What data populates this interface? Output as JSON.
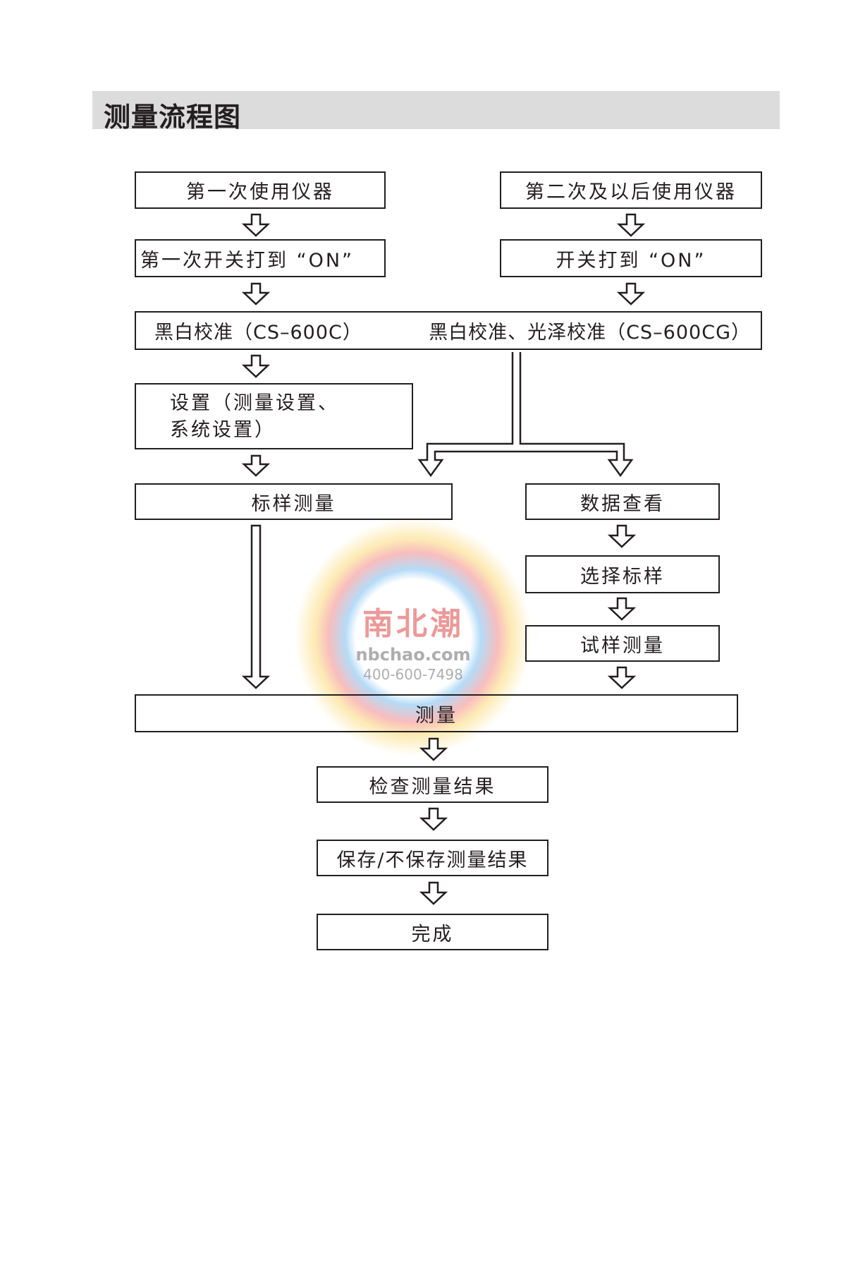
{
  "title": "测量流程图",
  "steps": {
    "first_use": "第一次使用仪器",
    "second_use": "第二次及以后使用仪器",
    "first_switch_on": "第一次开关打到 “ON”",
    "switch_on": "开关打到 “ON”",
    "calib_600c": "黑白校准（CS–600C）",
    "calib_600cg": "黑白校准、光泽校准（CS–600CG）",
    "settings_line1": "设置（测量设置、",
    "settings_line2": "系统设置）",
    "standard_measure": "标样测量",
    "data_view": "数据查看",
    "select_standard": "选择标样",
    "sample_measure": "试样测量",
    "measure": "测量",
    "check_results": "检查测量结果",
    "save_results": "保存/不保存测量结果",
    "done": "完成"
  },
  "watermark": {
    "brand": "南北潮",
    "site": "nbchao.com",
    "phone": "400-600-7498"
  }
}
